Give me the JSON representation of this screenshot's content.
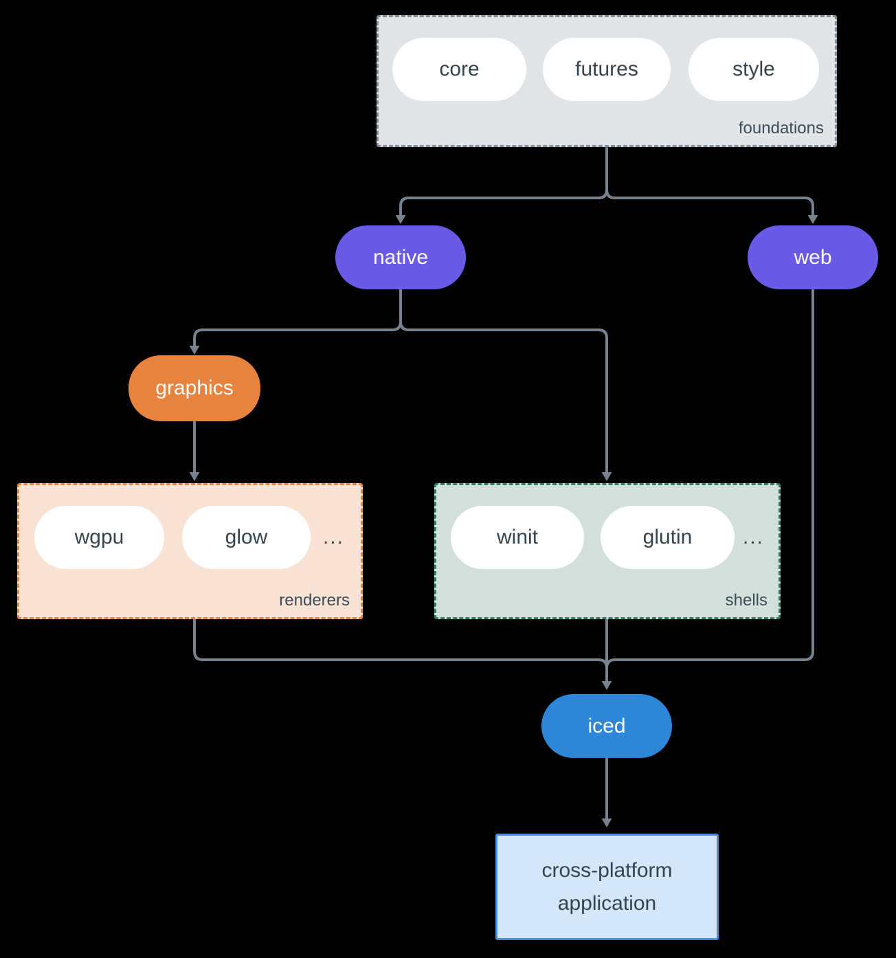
{
  "foundations": {
    "label": "foundations",
    "items": [
      "core",
      "futures",
      "style"
    ]
  },
  "native": {
    "label": "native"
  },
  "web": {
    "label": "web"
  },
  "graphics": {
    "label": "graphics"
  },
  "renderers": {
    "label": "renderers",
    "items": [
      "wgpu",
      "glow"
    ],
    "more": "..."
  },
  "shells": {
    "label": "shells",
    "items": [
      "winit",
      "glutin"
    ],
    "more": "..."
  },
  "iced": {
    "label": "iced"
  },
  "application": {
    "line1": "cross-platform",
    "line2": "application"
  },
  "colors": {
    "background": "#000000",
    "arrow": "#76828F",
    "accent_purple": "#6A5AE8",
    "accent_orange": "#E8833D",
    "accent_blue": "#2D87D8",
    "foundations_bg": "#E1E5E8",
    "foundations_border": "#7E8C99",
    "renderers_bg": "#F9E3D4",
    "renderers_border": "#E8833D",
    "shells_bg": "#D2E2DB",
    "shells_border": "#2E7D68",
    "application_bg": "#D4E6F7",
    "application_border": "#3D8FE0",
    "chip_bg": "#FFFFFF",
    "text_dark": "#35444E",
    "group_label_text": "#3E4C57"
  }
}
